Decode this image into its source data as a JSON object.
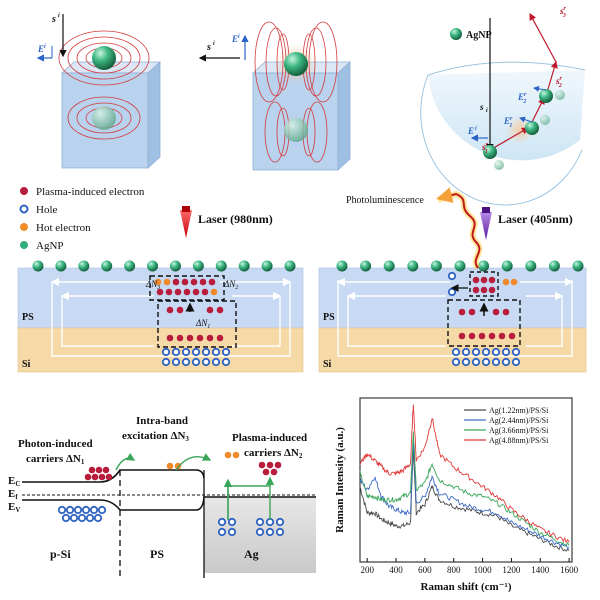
{
  "panel_a": {
    "s_i_label": "s",
    "s_i_sup": "i",
    "E_i_label": "E",
    "E_i_sup": "i"
  },
  "panel_b": {
    "legend_agnp": "AgNP",
    "s_i_label": "s",
    "s_i_sub": "i",
    "E_i_label": "E",
    "E_i_sup": "i",
    "scatter_labels": [
      {
        "s": "s",
        "sub": "3",
        "sup": "r"
      },
      {
        "s": "E",
        "sub": "2",
        "sup": "r"
      },
      {
        "s": "s",
        "sub": "2",
        "sup": "r"
      },
      {
        "s": "E",
        "sub": "1",
        "sup": "r"
      },
      {
        "s": "s",
        "sub": "1",
        "sup": "r"
      }
    ]
  },
  "panel_c": {
    "legend": [
      {
        "label": "Plasma-induced electron",
        "color": "#b81d3c"
      },
      {
        "label": "Hole",
        "color": "#2f62c2"
      },
      {
        "label": "Hot electron",
        "color": "#f08a2a"
      },
      {
        "label": "AgNP",
        "color": "#2fae78"
      }
    ],
    "laser_label": "Laser (980nm)",
    "ps_label": "PS",
    "si_label": "Si",
    "dn_labels": [
      "ΔN",
      "3",
      "ΔN",
      "2",
      "ΔN",
      "1"
    ]
  },
  "panel_d": {
    "laser_label": "Laser (405nm)",
    "pl_label": "Photoluminescence",
    "ps_label": "PS",
    "si_label": "Si"
  },
  "panel_e": {
    "photon_label_1": "Photon-induced",
    "photon_label_2": "carriers ΔN",
    "photon_sub": "1",
    "intra_label_1": "Intra-band",
    "intra_label_2": "excitation ΔN",
    "intra_sub": "3",
    "plasma_label_1": "Plasma-induced",
    "plasma_label_2": "carriers ΔN",
    "plasma_sub": "2",
    "ec": "E",
    "ec_sub": "C",
    "ef": "E",
    "ef_sub": "f",
    "ev": "E",
    "ev_sub": "V",
    "regions": [
      "p-Si",
      "PS",
      "Ag"
    ]
  },
  "chart_data": {
    "type": "line",
    "xlabel": "Raman shift (cm⁻¹)",
    "ylabel": "Raman Intensity (a.u.)",
    "xlim": [
      150,
      1620
    ],
    "xticks": [
      200,
      400,
      600,
      800,
      1000,
      1200,
      1400,
      1600
    ],
    "legend_position": "top-right",
    "series": [
      {
        "name": "Ag(1.22nm)/PS/Si",
        "color": "#4a4a4a",
        "x": [
          150,
          200,
          250,
          300,
          350,
          400,
          450,
          500,
          520,
          540,
          600,
          650,
          700,
          800,
          900,
          1000,
          1100,
          1200,
          1300,
          1400,
          1500,
          1600
        ],
        "y": [
          0.46,
          0.3,
          0.3,
          0.26,
          0.24,
          0.22,
          0.22,
          0.24,
          0.7,
          0.3,
          0.35,
          0.46,
          0.38,
          0.34,
          0.32,
          0.3,
          0.28,
          0.22,
          0.18,
          0.14,
          0.1,
          0.07
        ]
      },
      {
        "name": "Ag(2.44nm)/PS/Si",
        "color": "#3d6cc8",
        "x": [
          150,
          200,
          250,
          300,
          350,
          400,
          450,
          500,
          520,
          540,
          600,
          650,
          700,
          800,
          900,
          1000,
          1100,
          1200,
          1300,
          1400,
          1500,
          1600
        ],
        "y": [
          0.5,
          0.44,
          0.52,
          0.4,
          0.34,
          0.32,
          0.3,
          0.3,
          0.75,
          0.36,
          0.4,
          0.52,
          0.42,
          0.38,
          0.34,
          0.32,
          0.3,
          0.24,
          0.2,
          0.16,
          0.12,
          0.09
        ]
      },
      {
        "name": "Ag(3.66nm)/PS/Si",
        "color": "#3aa65a",
        "x": [
          150,
          200,
          250,
          300,
          350,
          400,
          450,
          500,
          520,
          540,
          600,
          650,
          700,
          800,
          900,
          1000,
          1100,
          1200,
          1300,
          1400,
          1500,
          1600
        ],
        "y": [
          0.54,
          0.4,
          0.4,
          0.38,
          0.38,
          0.38,
          0.4,
          0.42,
          0.8,
          0.44,
          0.48,
          0.6,
          0.5,
          0.46,
          0.42,
          0.4,
          0.36,
          0.3,
          0.24,
          0.18,
          0.14,
          0.1
        ]
      },
      {
        "name": "Ag(4.88nm)/PS/Si",
        "color": "#e03838",
        "x": [
          150,
          200,
          250,
          300,
          350,
          400,
          450,
          500,
          520,
          540,
          600,
          650,
          700,
          800,
          900,
          1000,
          1100,
          1200,
          1300,
          1400,
          1500,
          1600
        ],
        "y": [
          0.6,
          0.66,
          0.62,
          0.58,
          0.54,
          0.54,
          0.56,
          0.6,
          0.97,
          0.62,
          0.7,
          0.88,
          0.66,
          0.58,
          0.52,
          0.46,
          0.4,
          0.32,
          0.26,
          0.2,
          0.16,
          0.12
        ]
      }
    ]
  }
}
